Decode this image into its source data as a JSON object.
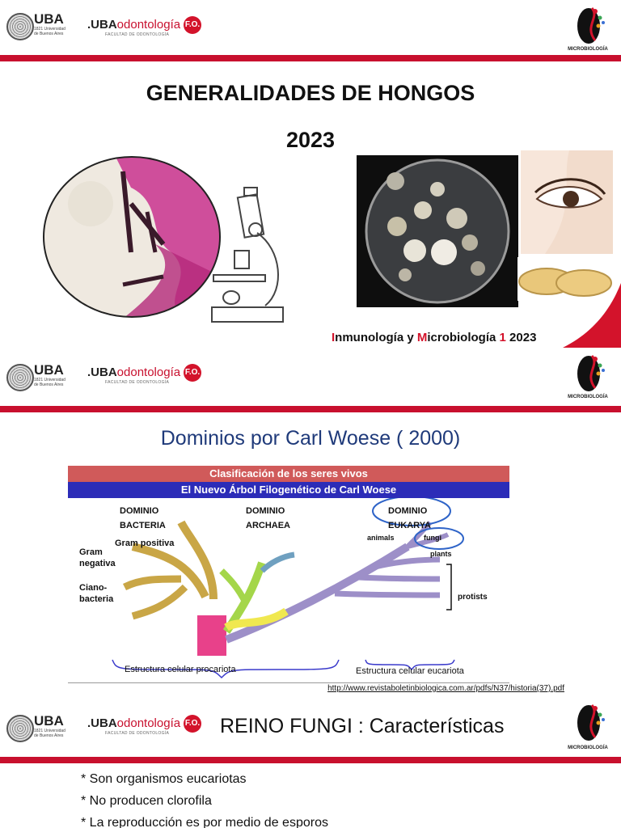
{
  "header": {
    "uba_label": "UBA",
    "uba_sub": "1821 Universidad de Buenos Aires",
    "fo_prefix": ".UBA",
    "fo_name": "odontología",
    "fo_sub": "FACULTAD DE ODONTOLOGÍA",
    "fo_badge": "F.O.",
    "micro_label": "MICROBIOLOGÍA"
  },
  "slide1": {
    "title": "GENERALIDADES DE HONGOS",
    "year": "2023",
    "credit_I": "I",
    "credit_1": "nmunología y ",
    "credit_M": "M",
    "credit_2": "icrobiología ",
    "credit_num": "1",
    "credit_year": " 2023"
  },
  "slide2": {
    "title": "Dominios por Carl Woese ( 2000)",
    "banner1": "Clasificación de los seres vivos",
    "banner2": "El Nuevo Árbol Filogenético de Carl Woese",
    "dom1_a": "DOMINIO",
    "dom1_b": "BACTERIA",
    "dom2_a": "DOMINIO",
    "dom2_b": "ARCHAEA",
    "dom3_a": "DOMINIO",
    "dom3_b": "EUKARYA",
    "gram_pos": "Gram positiva",
    "gram_neg_1": "Gram",
    "gram_neg_2": "negativa",
    "ciano_1": "Ciano-",
    "ciano_2": "bacteria",
    "animals": "animals",
    "fungi": "fungi",
    "plants": "plants",
    "protists": "protists",
    "procariota": "Estructura celular procariota",
    "eucariota": "Estructura celular eucariota",
    "url": "http://www.revistaboletinbiologica.com.ar/pdfs/N37/historia(37).pdf"
  },
  "slide3": {
    "title": "REINO FUNGI : Características",
    "bullets": [
      "* Son organismos eucariotas",
      "* No producen clorofila",
      "* La reproducción es por medio de esporos"
    ]
  },
  "colors": {
    "brand_red": "#c8102e",
    "title_blue": "#1f3a7a",
    "banner_red": "#d05a5a",
    "banner_blue": "#2c2cb8"
  }
}
